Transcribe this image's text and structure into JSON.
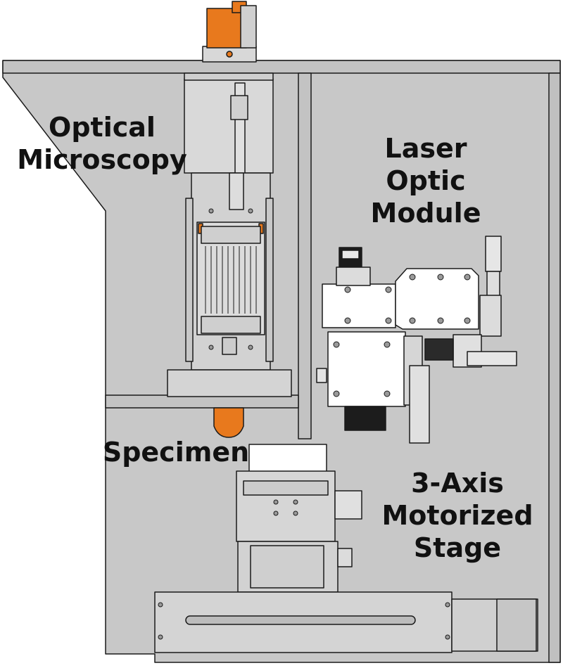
{
  "labels": {
    "optical_line1": "Optical",
    "optical_line2": "Microscopy",
    "laser_line1": "Laser",
    "laser_line2": "Optic",
    "laser_line3": "Module",
    "specimen": "Specimen",
    "stage_line1": "3-Axis",
    "stage_line2": "Motorized",
    "stage_line3": "Stage"
  },
  "colors": {
    "frame": "#c8c8c8",
    "frame_dark": "#bdbdbd",
    "outline": "#1a1a1a",
    "orange": "#e8791d",
    "white_part": "#ffffff",
    "black_part": "#1c1c1c"
  }
}
